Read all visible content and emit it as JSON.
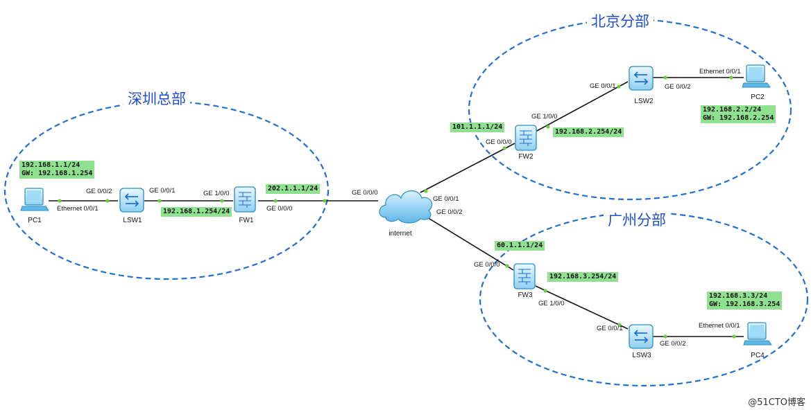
{
  "regions": {
    "shenzhen": "深圳总部",
    "beijing": "北京分部",
    "guangzhou": "广州分部"
  },
  "devices": {
    "pc1": "PC1",
    "lsw1": "LSW1",
    "fw1": "FW1",
    "cloud": "internet",
    "fw2": "FW2",
    "lsw2": "LSW2",
    "pc2": "PC2",
    "fw3": "FW3",
    "lsw3": "LSW3",
    "pc4": "PC4"
  },
  "ports": {
    "pc1_eth": "Ethernet 0/0/1",
    "lsw1_ge002": "GE 0/0/2",
    "lsw1_ge001": "GE 0/0/1",
    "fw1_ge100": "GE 1/0/0",
    "fw1_ge000": "GE 0/0/0",
    "cloud_ge000": "GE 0/0/0",
    "cloud_ge001": "GE 0/0/1",
    "cloud_ge002": "GE 0/0/2",
    "fw2_ge000": "GE 0/0/0",
    "fw2_ge100": "GE 1/0/0",
    "lsw2_ge001": "GE 0/0/1",
    "lsw2_ge002": "GE 0/0/2",
    "pc2_eth": "Ethernet 0/0/1",
    "fw3_ge000": "GE 0/0/0",
    "fw3_ge100": "GE 1/0/0",
    "lsw3_ge001": "GE 0/0/1",
    "lsw3_ge002": "GE 0/0/2",
    "pc4_eth": "Ethernet 0/0/1"
  },
  "ips": {
    "pc1": "192.168.1.1/24\nGW: 192.168.1.254",
    "fw1_in": "192.168.1.254/24",
    "fw1_out": "202.1.1.1/24",
    "fw2_out": "101.1.1.1/24",
    "fw2_in": "192.168.2.254/24",
    "pc2": "192.168.2.2/24\nGW: 192.168.2.254",
    "fw3_out": "60.1.1.1/24",
    "fw3_in": "192.168.3.254/24",
    "pc4": "192.168.3.3/24\nGW: 192.168.3.254"
  },
  "watermark": "@51CTO博客",
  "colors": {
    "region_border": "#1f6fd1",
    "region_title": "#1f4fd1",
    "ip_bg": "#8fe08f",
    "port_dot": "#6ccf3a"
  }
}
